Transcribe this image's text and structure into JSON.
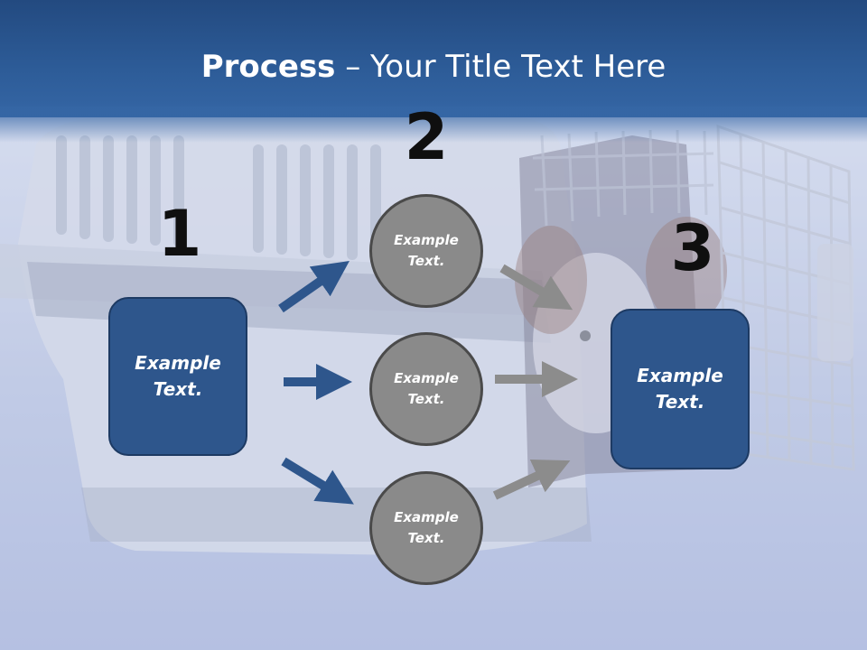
{
  "slide": {
    "title_bold": "Process",
    "title_rest": " – Your Title Text Here"
  },
  "steps": [
    {
      "number": "1",
      "text_line1": "Example",
      "text_line2": "Text."
    },
    {
      "number": "2"
    },
    {
      "number": "3",
      "text_line1": "Example",
      "text_line2": "Text."
    }
  ],
  "circles": [
    {
      "line1": "Example",
      "line2": "Text."
    },
    {
      "line1": "Example",
      "line2": "Text."
    },
    {
      "line1": "Example",
      "line2": "Text."
    }
  ],
  "colors": {
    "header": "#2d5c98",
    "box_fill": "#2e568c",
    "circle_fill": "#8a8a8a",
    "arrow_blue": "#2e568c",
    "arrow_gray": "#8c8c8c"
  }
}
